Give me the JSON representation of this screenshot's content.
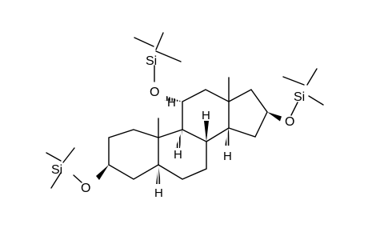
{
  "molecule": {
    "atoms": {
      "si_top": "Si",
      "o_top": "O",
      "h11": "H",
      "si_right": "Si",
      "o_right": "O",
      "h9": "H",
      "h8": "H",
      "h14": "H",
      "si_left": "Si",
      "o_left": "O",
      "h5": "H"
    }
  },
  "colors": {
    "ink": "#000000",
    "background": "#ffffff"
  }
}
